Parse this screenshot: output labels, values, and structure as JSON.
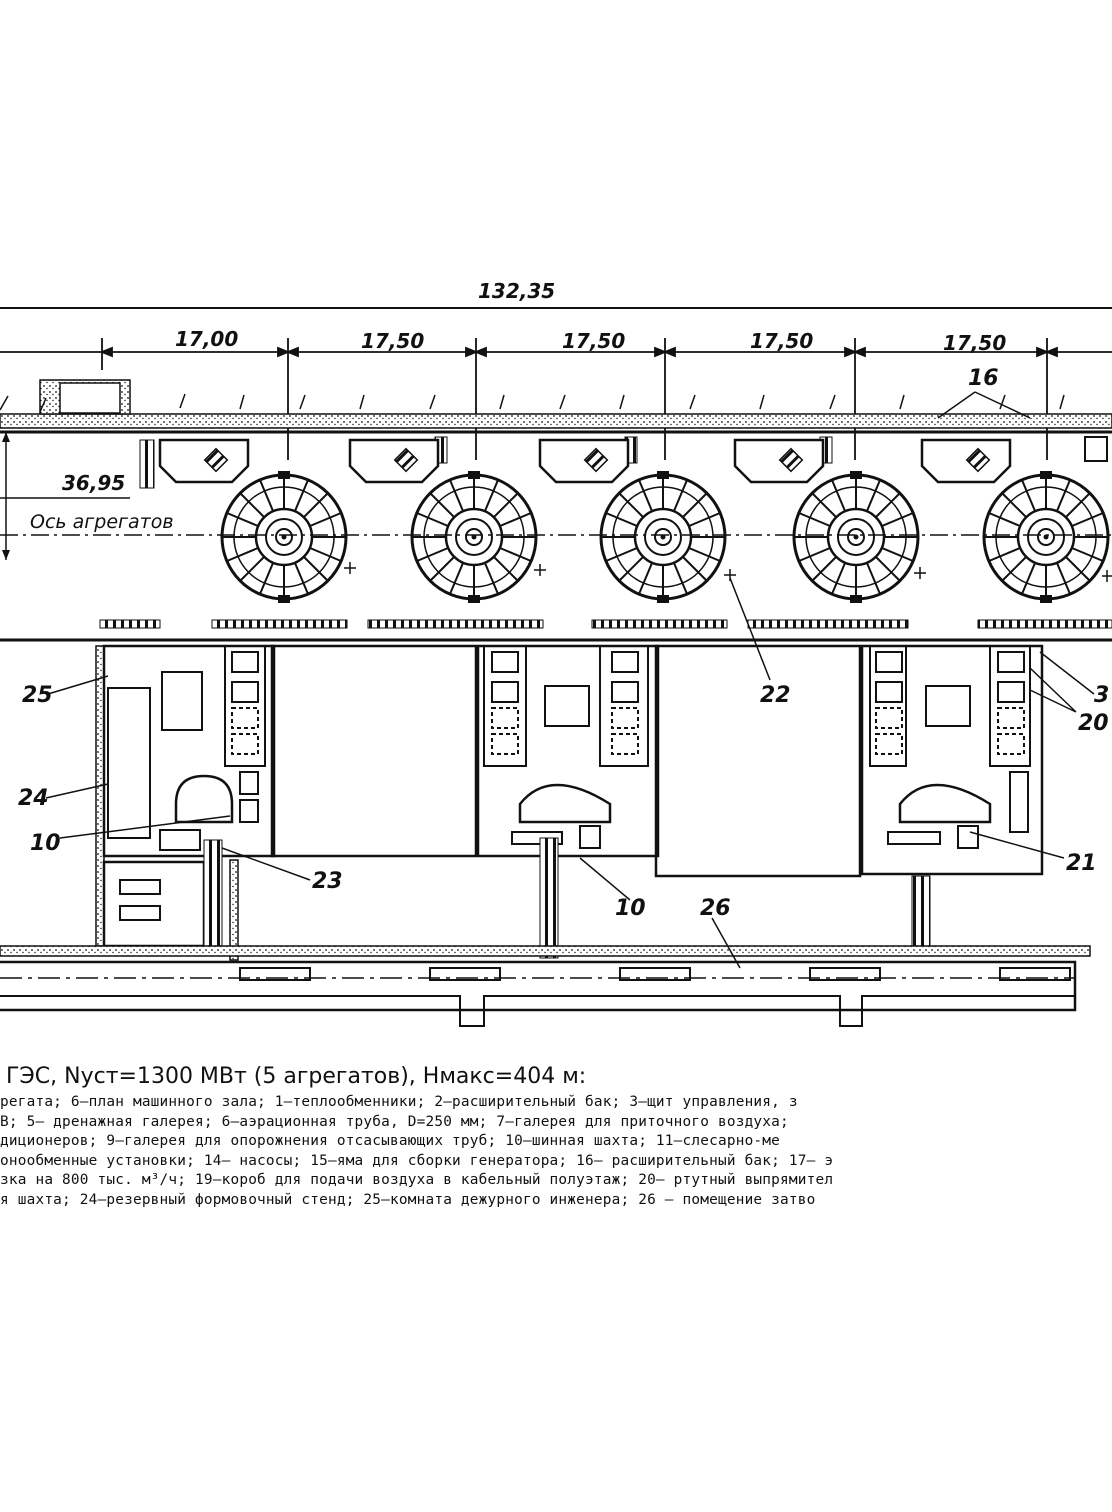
{
  "figure": {
    "total_length": "132,35",
    "spans": [
      "17,00",
      "17,50",
      "17,50",
      "17,50",
      "17,50"
    ],
    "offset": "36,95",
    "axis_label": "Ось агрегатов",
    "callouts": [
      "16",
      "25",
      "24",
      "10",
      "23",
      "22",
      "10",
      "26",
      "3",
      "20",
      "21"
    ]
  },
  "caption": {
    "title": "ГЭС, Nуст=1300 МВт (5 агрегатов), Hмакс=404 м:",
    "lines": [
      "регата; 6—план машинного зала; 1—теплообменники; 2—расширительный бак; 3—щит управления, з",
      "В; 5— дренажная галерея; 6—аэрационная труба, D=250 мм; 7—галерея для приточного воздуха; ",
      "диционеров; 9—галерея для опорожнения отсасывающих труб; 10—шинная шахта; 11—слесарно-ме",
      "онообменные установки; 14— насосы; 15—яма для сборки генератора; 16— расширительный бак; 17— э",
      "зка на 800 тыс. м³/ч; 19—короб для подачи воздуха в кабельный полуэтаж; 20— ртутный выпрямител",
      "я шахта; 24—резервный формовочный стенд; 25—комната дежурного инженера; 26 — помещение затво"
    ]
  }
}
